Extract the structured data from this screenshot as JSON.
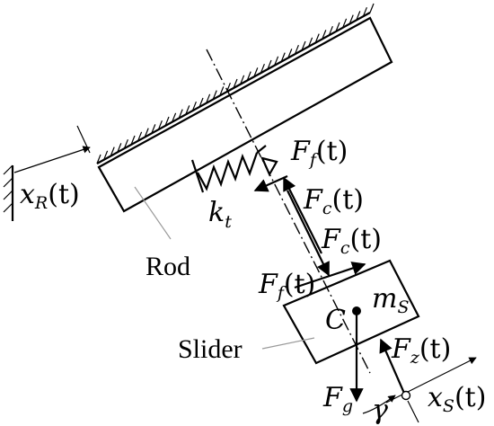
{
  "diagram": {
    "labels": {
      "rod": "Rod",
      "slider": "Slider",
      "kt_main": "k",
      "kt_sub": "t",
      "xR_main": "x",
      "xR_sub": "R",
      "xR_arg": "(t)",
      "xS_main": "x",
      "xS_sub": "S",
      "xS_arg": "(t)",
      "Ff_top_main": "F",
      "Ff_top_sub": "f",
      "Ff_top_arg": "(t)",
      "Fc_upper_main": "F",
      "Fc_upper_sub": "c",
      "Fc_upper_arg": "(t)",
      "Fc_lower_main": "F",
      "Fc_lower_sub": "c",
      "Fc_lower_arg": "(t)",
      "Ff_slider_main": "F",
      "Ff_slider_sub": "f",
      "Ff_slider_arg": "(t)",
      "mS_main": "m",
      "mS_sub": "S",
      "C": "C",
      "Fz_main": "F",
      "Fz_sub": "z",
      "Fz_arg": "(t)",
      "Fg_main": "F",
      "Fg_sub": "g",
      "gamma": "γ"
    }
  }
}
